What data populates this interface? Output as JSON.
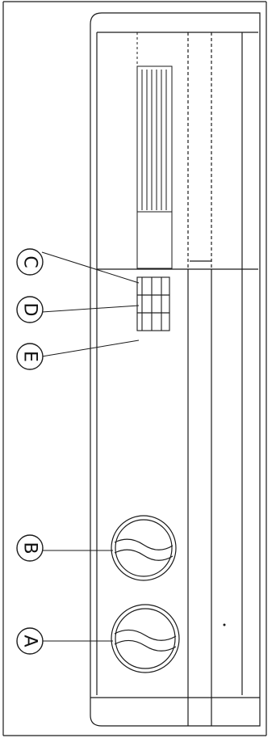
{
  "callouts": [
    {
      "id": "C",
      "label": "C"
    },
    {
      "id": "D",
      "label": "D"
    },
    {
      "id": "E",
      "label": "E"
    },
    {
      "id": "B",
      "label": "B"
    },
    {
      "id": "A",
      "label": "A"
    }
  ],
  "colors": {
    "line": "#1a1a1a",
    "paper": "#ffffff"
  },
  "icons": {
    "knob": "rotary-knob-icon",
    "slider": "slider-switch-icon"
  }
}
